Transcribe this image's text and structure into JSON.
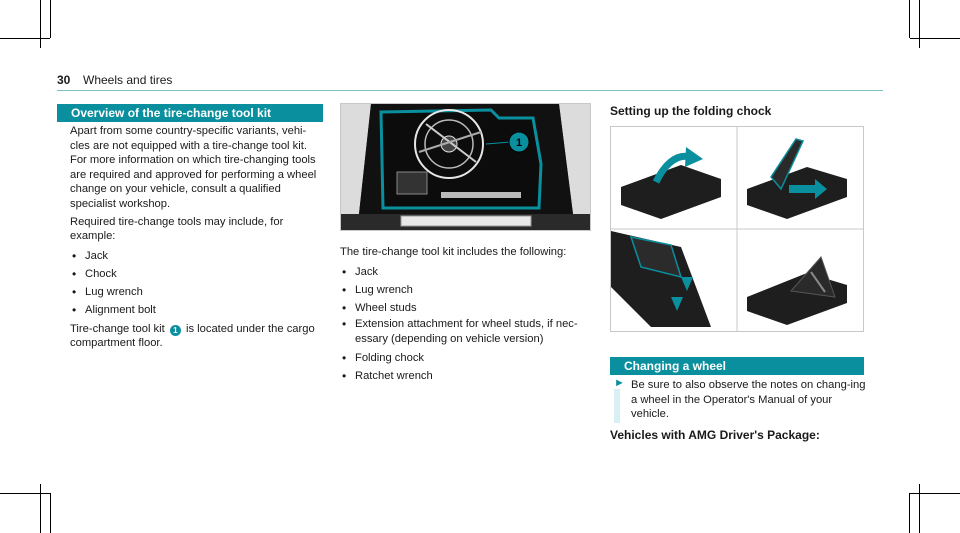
{
  "header": {
    "page_number": "30",
    "title": "Wheels and tires"
  },
  "left": {
    "heading": "Overview of the tire-change tool kit",
    "para1": "Apart from some country-specific variants, vehi-cles are not equipped with a tire-change tool kit. For more information on which tire-changing tools are required and approved for performing a wheel change on your vehicle, consult a qualified specialist workshop.",
    "para2": "Required tire-change tools may include, for example:",
    "items": [
      "Jack",
      "Chock",
      "Lug wrench",
      "Alignment bolt"
    ],
    "para3_before": "Tire-change tool kit",
    "callout": "1",
    "para3_after": "is located under the cargo compartment floor."
  },
  "middle": {
    "figure_callout": "1",
    "intro": "The tire-change tool kit includes the following:",
    "items": [
      "Jack",
      "Lug wrench",
      "Wheel studs",
      "Extension attachment for wheel studs, if nec-essary (depending on vehicle version)",
      "Folding chock",
      "Ratchet wrench"
    ]
  },
  "right": {
    "subheading": "Setting up the folding chock",
    "section_heading": "Changing a wheel",
    "step": "Be sure to also observe the notes on chang-ing a wheel in the Operator's Manual of your vehicle.",
    "vehicles_heading": "Vehicles with AMG Driver's Package:"
  },
  "colors": {
    "accent": "#0a8f9e",
    "rule": "#7fbfc8"
  }
}
